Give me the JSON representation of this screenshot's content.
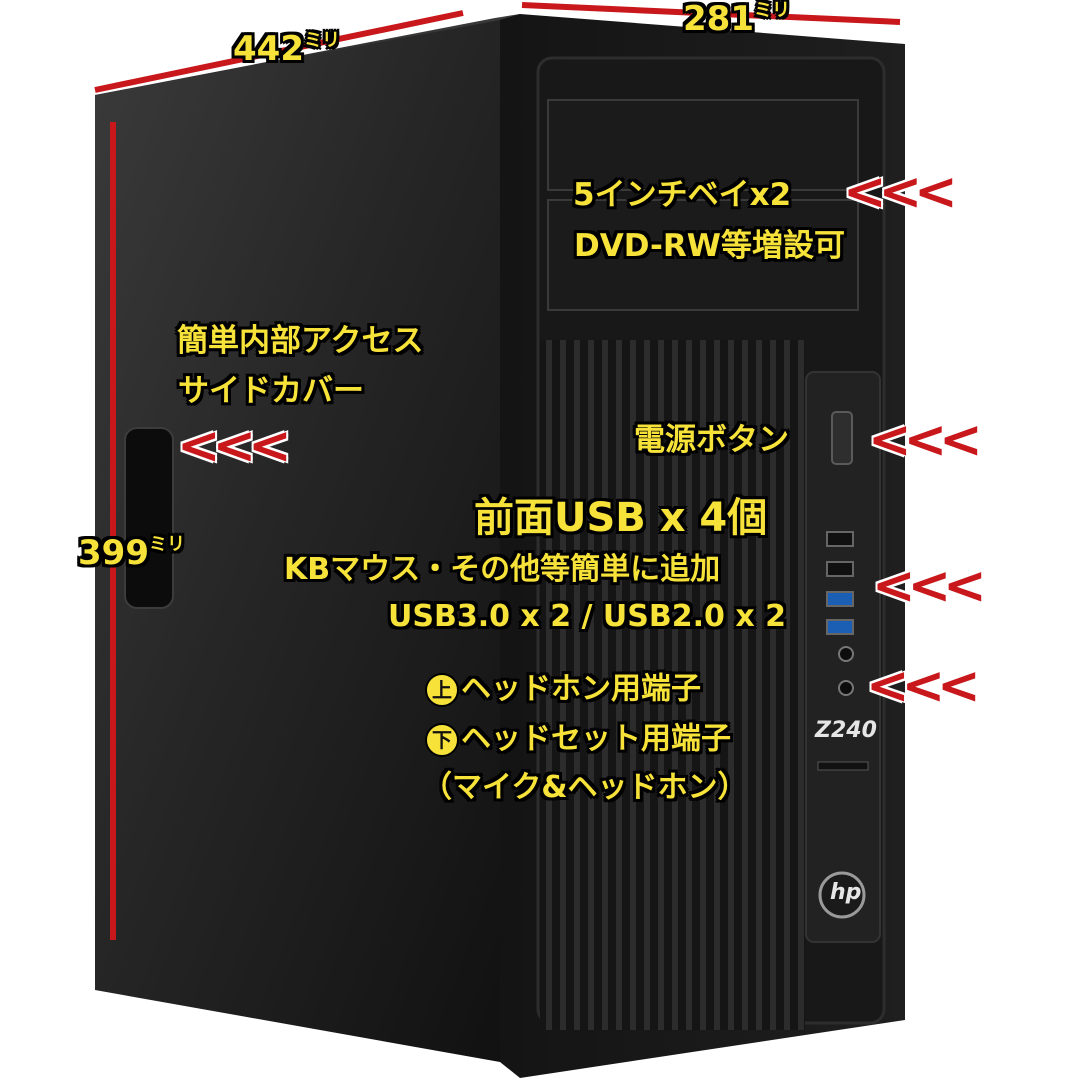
{
  "dimensions": {
    "depth": "442",
    "width": "281",
    "height": "399",
    "unit": "ミリ"
  },
  "annotations": {
    "bay_line1": "5インチベイx2",
    "bay_line2": "DVD-RW等増設可",
    "side_line1": "簡単内部アクセス",
    "side_line2": "サイドカバー",
    "power": "電源ボタン",
    "usb_title": "前面USB x 4個",
    "usb_line2": "KBマウス・その他等簡単に追加",
    "usb_line3": "USB3.0 x 2 / USB2.0 x 2",
    "audio_top_mark": "上",
    "audio_top": "ヘッドホン用端子",
    "audio_bottom_mark": "下",
    "audio_bottom": "ヘッドセット用端子",
    "audio_note": "（マイク&ヘッドホン）"
  },
  "arrow_glyph": "<<<",
  "product": {
    "model": "Z240",
    "brand": "hp"
  },
  "colors": {
    "label_text": "#f7e23a",
    "label_outline": "#000000",
    "arrow": "#c8181c",
    "dimension_line": "#c8181c",
    "case_body": "#1c1c1c"
  }
}
